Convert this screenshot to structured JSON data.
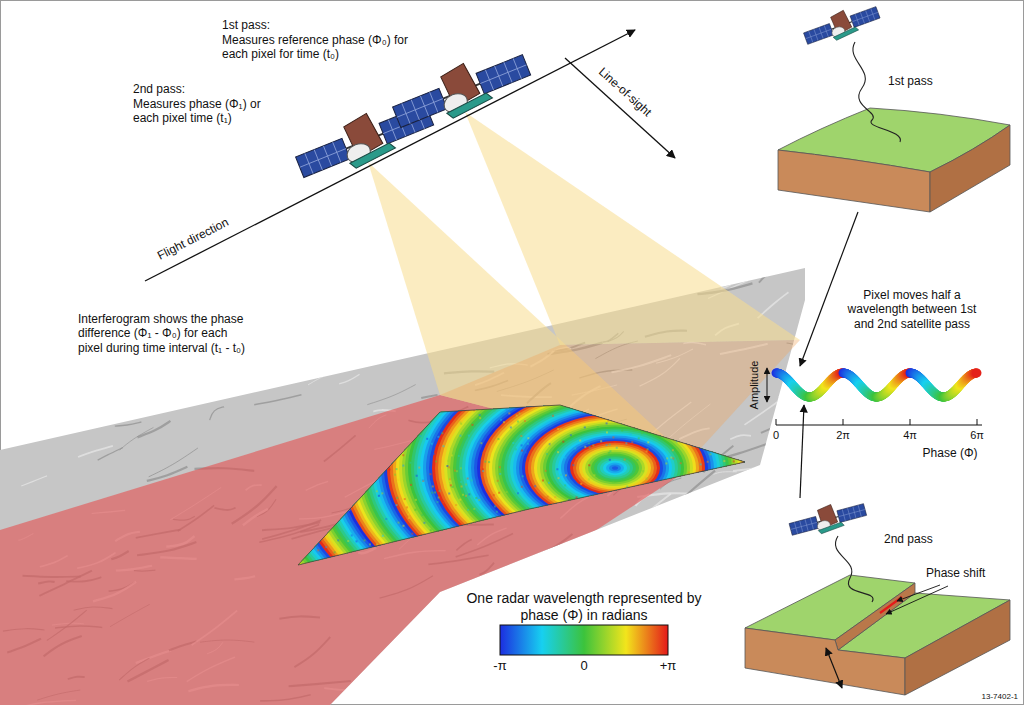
{
  "diagram": {
    "labels": [
      "1st pass:",
      "Measures reference phase (Φ₀) for each pixel for time (t₀)",
      "2nd pass:",
      "Measures phase (Φ₁) or each pixel time (t₁)",
      "Line-of-sight",
      "Flight direction",
      "Interferogram shows the phase difference (Φ₁ - Φ₀) for each pixel during time interval (t₁ - t₀)",
      "1st pass",
      "Pixel moves half a wavelength between 1st and 2nd satellite pass",
      "Amplitude",
      "0",
      "2π",
      "4π",
      "6π",
      "Phase (Φ)",
      "2nd pass",
      "Phase shift",
      "One radar wavelength represented by phase (Φ) in radians",
      "-π",
      "0",
      "+π",
      "13-7402-1"
    ]
  }
}
